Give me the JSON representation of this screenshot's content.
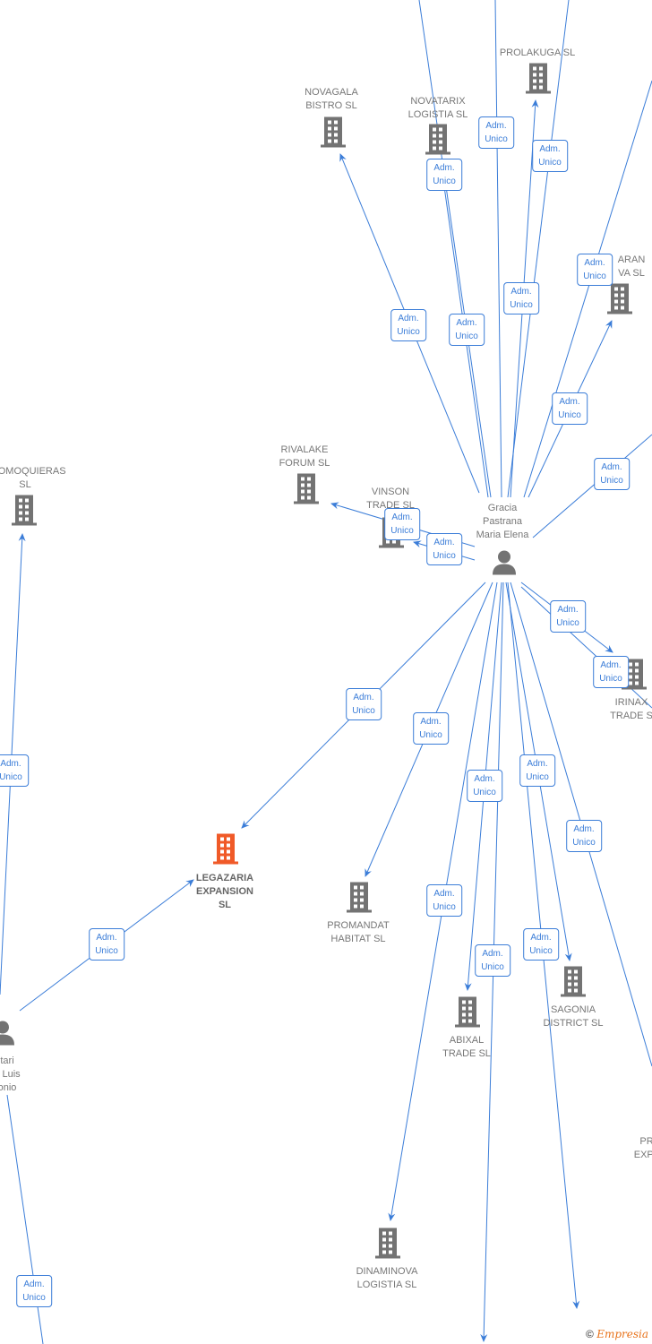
{
  "colors": {
    "edge": "#3b7dd8",
    "node": "#737373",
    "highlight": "#f05a28"
  },
  "relation_label": "Adm. Unico",
  "people": [
    {
      "id": "gracia",
      "lines": [
        "Gracia",
        "Pastrana",
        "Maria Elena"
      ]
    },
    {
      "id": "left",
      "lines": [
        "tari",
        "a Luis",
        "onio"
      ]
    }
  ],
  "companies": [
    {
      "id": "prolakuga",
      "lines": [
        "PROLAKUGA  SL"
      ]
    },
    {
      "id": "novagala",
      "lines": [
        "NOVAGALA",
        "BISTRO  SL"
      ]
    },
    {
      "id": "novatarix",
      "lines": [
        "NOVATARIX",
        "LOGISTIA  SL"
      ]
    },
    {
      "id": "aran",
      "lines": [
        "ARAN",
        "VA  SL"
      ]
    },
    {
      "id": "rivalake",
      "lines": [
        "RIVALAKE",
        "FORUM  SL"
      ]
    },
    {
      "id": "vinson",
      "lines": [
        "VINSON",
        "TRADE  SL"
      ]
    },
    {
      "id": "ecomoquieras",
      "lines": [
        "ECOMOQUIERAS",
        "SL"
      ]
    },
    {
      "id": "irinax",
      "lines": [
        "IRINAX",
        "TRADE  S"
      ]
    },
    {
      "id": "legazaria",
      "lines": [
        "LEGAZARIA",
        "EXPANSION",
        "SL"
      ],
      "main": true
    },
    {
      "id": "promandat",
      "lines": [
        "PROMANDAT",
        "HABITAT  SL"
      ]
    },
    {
      "id": "abixal",
      "lines": [
        "ABIXAL",
        "TRADE  SL"
      ]
    },
    {
      "id": "sagonia",
      "lines": [
        "SAGONIA",
        "DISTRICT  SL"
      ]
    },
    {
      "id": "dinaminova",
      "lines": [
        "DINAMINOVA",
        "LOGISTIA  SL"
      ]
    },
    {
      "id": "pr",
      "lines": [
        "PR",
        "EXPA"
      ]
    }
  ],
  "footer": {
    "copyright": "©",
    "brand": "Empresia"
  }
}
